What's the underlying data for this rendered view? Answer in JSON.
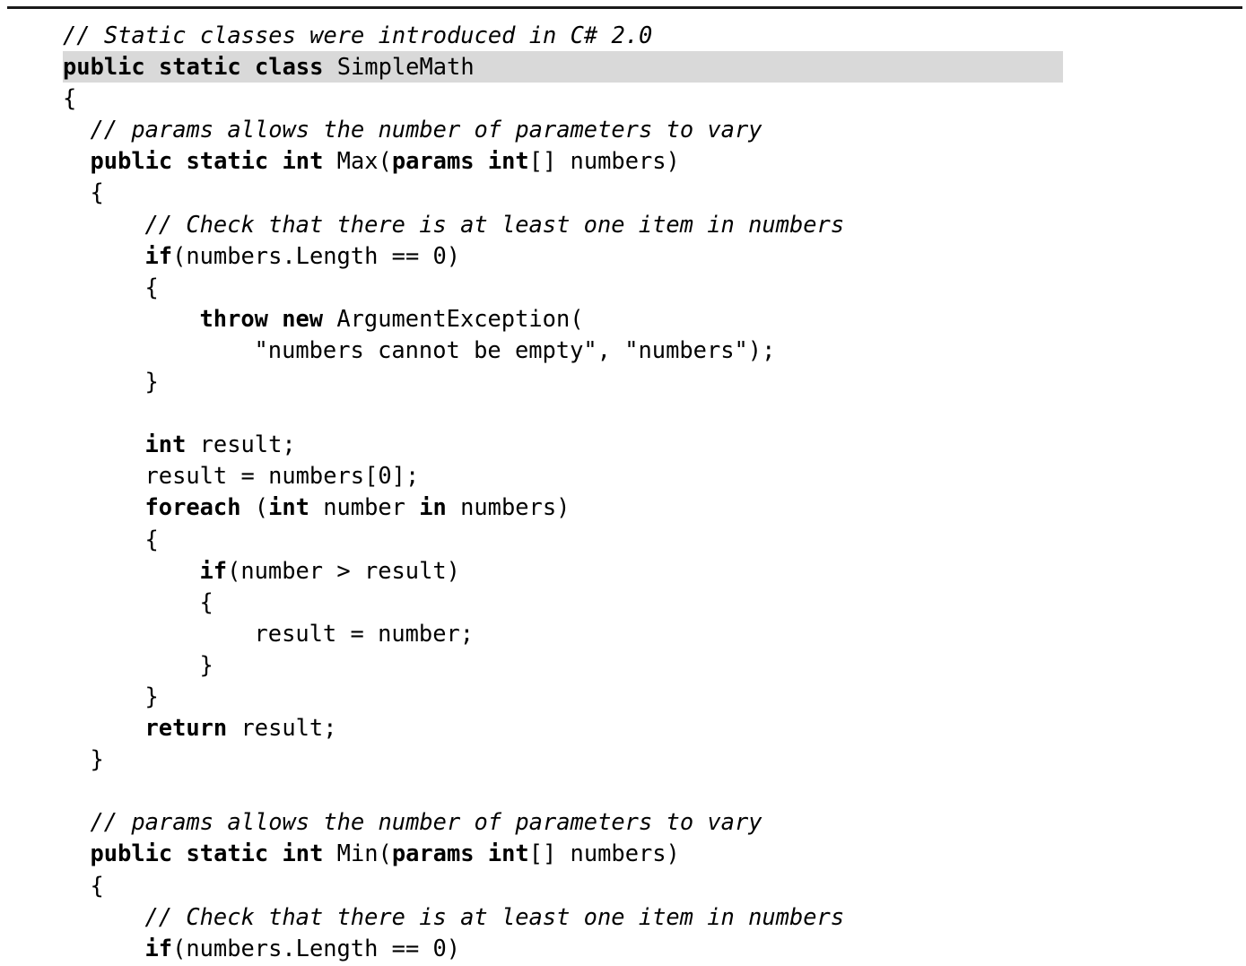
{
  "document": {
    "kind": "code-listing",
    "language": "C#",
    "top_rule": true,
    "background_color": "#ffffff",
    "text_color": "#000000",
    "highlight_color": "#d9d9d9"
  },
  "code": {
    "lines": [
      {
        "indent": 0,
        "highlight": false,
        "tokens": [
          {
            "style": "cm",
            "text": "// Static classes were introduced in C# 2.0"
          }
        ]
      },
      {
        "indent": 0,
        "highlight": true,
        "tokens": [
          {
            "style": "kw",
            "text": "public static class"
          },
          {
            "style": "pl",
            "text": " SimpleMath"
          }
        ]
      },
      {
        "indent": 0,
        "highlight": false,
        "tokens": [
          {
            "style": "pl",
            "text": "{"
          }
        ]
      },
      {
        "indent": 2,
        "highlight": false,
        "tokens": [
          {
            "style": "cm",
            "text": "// params allows the number of parameters to vary"
          }
        ]
      },
      {
        "indent": 2,
        "highlight": false,
        "tokens": [
          {
            "style": "kw",
            "text": "public static int"
          },
          {
            "style": "pl",
            "text": " Max("
          },
          {
            "style": "kw",
            "text": "params int"
          },
          {
            "style": "pl",
            "text": "[] numbers)"
          }
        ]
      },
      {
        "indent": 2,
        "highlight": false,
        "tokens": [
          {
            "style": "pl",
            "text": "{"
          }
        ]
      },
      {
        "indent": 6,
        "highlight": false,
        "tokens": [
          {
            "style": "cm",
            "text": "// Check that there is at least one item in numbers"
          }
        ]
      },
      {
        "indent": 6,
        "highlight": false,
        "tokens": [
          {
            "style": "kw",
            "text": "if"
          },
          {
            "style": "pl",
            "text": "(numbers.Length == 0)"
          }
        ]
      },
      {
        "indent": 6,
        "highlight": false,
        "tokens": [
          {
            "style": "pl",
            "text": "{"
          }
        ]
      },
      {
        "indent": 10,
        "highlight": false,
        "tokens": [
          {
            "style": "kw",
            "text": "throw new"
          },
          {
            "style": "pl",
            "text": " ArgumentException("
          }
        ]
      },
      {
        "indent": 14,
        "highlight": false,
        "tokens": [
          {
            "style": "pl",
            "text": "\"numbers cannot be empty\", \"numbers\");"
          }
        ]
      },
      {
        "indent": 6,
        "highlight": false,
        "tokens": [
          {
            "style": "pl",
            "text": "}"
          }
        ]
      },
      {
        "indent": 0,
        "highlight": false,
        "blank": true,
        "tokens": [
          {
            "style": "pl",
            "text": " "
          }
        ]
      },
      {
        "indent": 6,
        "highlight": false,
        "tokens": [
          {
            "style": "kw",
            "text": "int"
          },
          {
            "style": "pl",
            "text": " result;"
          }
        ]
      },
      {
        "indent": 6,
        "highlight": false,
        "tokens": [
          {
            "style": "pl",
            "text": "result = numbers[0];"
          }
        ]
      },
      {
        "indent": 6,
        "highlight": false,
        "tokens": [
          {
            "style": "kw",
            "text": "foreach"
          },
          {
            "style": "pl",
            "text": " ("
          },
          {
            "style": "kw",
            "text": "int"
          },
          {
            "style": "pl",
            "text": " number "
          },
          {
            "style": "kw",
            "text": "in"
          },
          {
            "style": "pl",
            "text": " numbers)"
          }
        ]
      },
      {
        "indent": 6,
        "highlight": false,
        "tokens": [
          {
            "style": "pl",
            "text": "{"
          }
        ]
      },
      {
        "indent": 10,
        "highlight": false,
        "tokens": [
          {
            "style": "kw",
            "text": "if"
          },
          {
            "style": "pl",
            "text": "(number > result)"
          }
        ]
      },
      {
        "indent": 10,
        "highlight": false,
        "tokens": [
          {
            "style": "pl",
            "text": "{"
          }
        ]
      },
      {
        "indent": 14,
        "highlight": false,
        "tokens": [
          {
            "style": "pl",
            "text": "result = number;"
          }
        ]
      },
      {
        "indent": 10,
        "highlight": false,
        "tokens": [
          {
            "style": "pl",
            "text": "}"
          }
        ]
      },
      {
        "indent": 6,
        "highlight": false,
        "tokens": [
          {
            "style": "pl",
            "text": "}"
          }
        ]
      },
      {
        "indent": 6,
        "highlight": false,
        "tokens": [
          {
            "style": "kw",
            "text": "return"
          },
          {
            "style": "pl",
            "text": " result;"
          }
        ]
      },
      {
        "indent": 2,
        "highlight": false,
        "tokens": [
          {
            "style": "pl",
            "text": "}"
          }
        ]
      },
      {
        "indent": 0,
        "highlight": false,
        "blank": true,
        "tokens": [
          {
            "style": "pl",
            "text": " "
          }
        ]
      },
      {
        "indent": 2,
        "highlight": false,
        "tokens": [
          {
            "style": "cm",
            "text": "// params allows the number of parameters to vary"
          }
        ]
      },
      {
        "indent": 2,
        "highlight": false,
        "tokens": [
          {
            "style": "kw",
            "text": "public static int"
          },
          {
            "style": "pl",
            "text": " Min("
          },
          {
            "style": "kw",
            "text": "params int"
          },
          {
            "style": "pl",
            "text": "[] numbers)"
          }
        ]
      },
      {
        "indent": 2,
        "highlight": false,
        "tokens": [
          {
            "style": "pl",
            "text": "{"
          }
        ]
      },
      {
        "indent": 6,
        "highlight": false,
        "tokens": [
          {
            "style": "cm",
            "text": "// Check that there is at least one item in numbers"
          }
        ]
      },
      {
        "indent": 6,
        "highlight": false,
        "tokens": [
          {
            "style": "kw",
            "text": "if"
          },
          {
            "style": "pl",
            "text": "(numbers.Length == 0)"
          }
        ]
      }
    ]
  }
}
